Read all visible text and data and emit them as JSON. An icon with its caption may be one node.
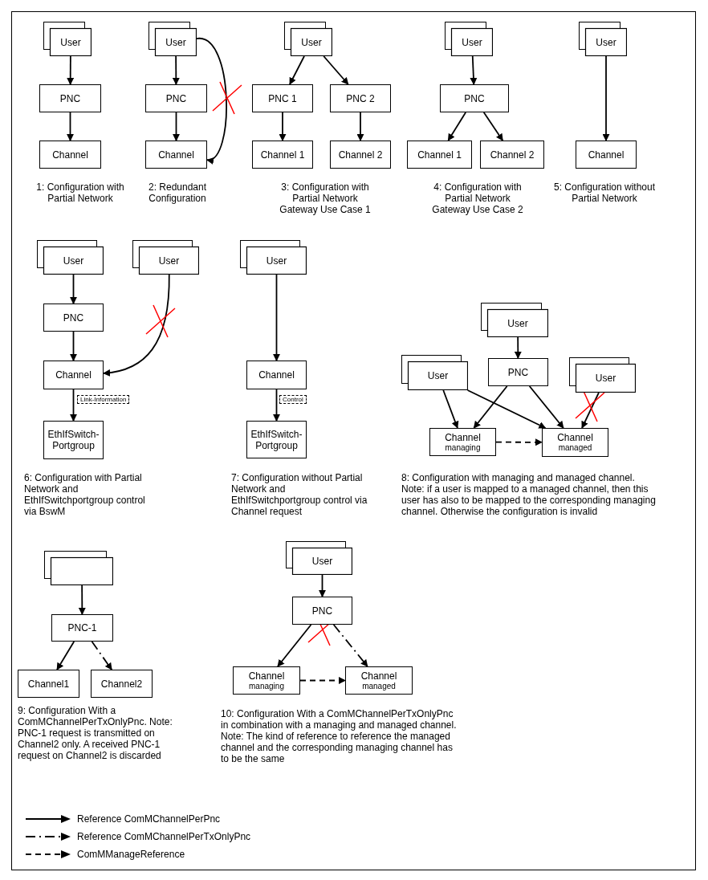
{
  "diagram": {
    "nodes": [
      {
        "text": [
          "User"
        ]
      },
      {
        "text": [
          "PNC"
        ]
      },
      {
        "text": [
          "Channel"
        ]
      },
      {
        "text": [
          "User"
        ]
      },
      {
        "text": [
          "PNC"
        ]
      },
      {
        "text": [
          "Channel"
        ]
      },
      {
        "text": [
          "User"
        ]
      },
      {
        "text": [
          "PNC 1"
        ]
      },
      {
        "text": [
          "PNC 2"
        ]
      },
      {
        "text": [
          "Channel 1"
        ]
      },
      {
        "text": [
          "Channel 2"
        ]
      },
      {
        "text": [
          "User"
        ]
      },
      {
        "text": [
          "PNC"
        ]
      },
      {
        "text": [
          "Channel 1"
        ]
      },
      {
        "text": [
          "Channel 2"
        ]
      },
      {
        "text": [
          "User"
        ]
      },
      {
        "text": [
          "Channel"
        ]
      },
      {
        "text": [
          "User"
        ]
      },
      {
        "text": [
          "User"
        ]
      },
      {
        "text": [
          "PNC"
        ]
      },
      {
        "text": [
          "Channel"
        ]
      },
      {
        "text": [
          "EthIfSwitch- Portgroup"
        ]
      },
      {
        "text": [
          "User"
        ]
      },
      {
        "text": [
          "Channel"
        ]
      },
      {
        "text": [
          "EthIfSwitch- Portgroup"
        ]
      },
      {
        "text": [
          "User"
        ]
      },
      {
        "text": [
          "User"
        ]
      },
      {
        "text": [
          "PNC"
        ]
      },
      {
        "text": [
          "User"
        ]
      },
      {
        "text": [
          "Channel",
          "managing"
        ]
      },
      {
        "text": [
          "Channel",
          "managed"
        ]
      },
      {
        "text": [],
        "shape": "box"
      },
      {
        "text": [
          "PNC-1"
        ]
      },
      {
        "text": [
          "Channel1"
        ]
      },
      {
        "text": [
          "Channel2"
        ]
      },
      {
        "text": [
          "User"
        ]
      },
      {
        "text": [
          "PNC"
        ]
      },
      {
        "text": [
          "Channel",
          "managing"
        ]
      },
      {
        "text": [
          "Channel",
          "managed"
        ]
      }
    ],
    "edges": [
      {
        "from": 0,
        "to": 1,
        "arrow": "to"
      },
      {
        "from": 1,
        "to": 2,
        "arrow": "to"
      },
      {
        "from": 3,
        "to": 4,
        "arrow": "to"
      },
      {
        "from": 4,
        "to": 5,
        "arrow": "to"
      },
      {
        "from": 3,
        "to": 5,
        "arrow": "to"
      },
      {
        "from": 6,
        "to": 7,
        "arrow": "to"
      },
      {
        "from": 6,
        "to": 8,
        "arrow": "to"
      },
      {
        "from": 7,
        "to": 9,
        "arrow": "to"
      },
      {
        "from": 8,
        "to": 10,
        "arrow": "to"
      },
      {
        "from": 11,
        "to": 12,
        "arrow": "to"
      },
      {
        "from": 12,
        "to": 13,
        "arrow": "to"
      },
      {
        "from": 12,
        "to": 14,
        "arrow": "to"
      },
      {
        "from": 15,
        "to": 16,
        "arrow": "to"
      },
      {
        "from": 17,
        "to": 19,
        "arrow": "to"
      },
      {
        "from": 19,
        "to": 20,
        "arrow": "to"
      },
      {
        "from": 18,
        "to": 20,
        "arrow": "to"
      },
      {
        "from": 20,
        "to": 21,
        "label": "Link-Information",
        "arrow": "to"
      },
      {
        "from": 22,
        "to": 23,
        "arrow": "to"
      },
      {
        "from": 23,
        "to": 24,
        "label": "Control",
        "arrow": "to"
      },
      {
        "from": 25,
        "to": 27,
        "arrow": "to"
      },
      {
        "from": 26,
        "to": 29,
        "arrow": "to"
      },
      {
        "from": 26,
        "to": 30,
        "arrow": "to"
      },
      {
        "from": 27,
        "to": 29,
        "arrow": "to"
      },
      {
        "from": 27,
        "to": 30,
        "arrow": "to"
      },
      {
        "from": 28,
        "to": 30,
        "arrow": "to"
      },
      {
        "from": 29,
        "to": 30,
        "arrow": "to",
        "style": "dashed"
      },
      {
        "from": 31,
        "to": 32,
        "arrow": "to"
      },
      {
        "from": 32,
        "to": 33,
        "arrow": "to"
      },
      {
        "from": 32,
        "to": 34,
        "arrow": "to",
        "style": "dashed"
      },
      {
        "from": 35,
        "to": 36,
        "arrow": "to"
      },
      {
        "from": 36,
        "to": 37,
        "arrow": "to"
      },
      {
        "from": 36,
        "to": 38,
        "arrow": "to",
        "style": "dashed"
      },
      {
        "from": 37,
        "to": 38,
        "arrow": "to",
        "style": "dashed"
      }
    ],
    "labels": [
      "1: Configuration with Partial Network",
      "2: Redundant Configuration",
      "3: Configuration with Partial Network Gateway Use Case 1",
      "4: Configuration with Partial Network Gateway Use Case 2",
      "5: Configuration without Partial Network",
      "6: Configuration with Partial Network and EthIfSwitchportgroup control via BswM",
      "7: Configuration without Partial Network and EthIfSwitchportgroup control via Channel request",
      "8: Configuration with managing and managed channel. Note: if a user is mapped to a managed channel, then this user has also to be mapped to the corresponding managing channel. Otherwise the configuration is invalid",
      "9: Configuration With a ComMChannelPerTxOnlyPnc. Note: PNC-1 request is transmitted on Channel2 only. A received PNC-1 request on Channel2 is discarded",
      "10: Configuration With a ComMChannelPerTxOnlyPnc in combination with a managing and managed channel. Note: The kind of reference to reference the managed channel and the corresponding managing channel has to be the same"
    ],
    "legend": [
      {
        "text": "Reference ComMChannelPerPnc"
      },
      {
        "text": "Reference ComMChannelPerTxOnlyPnc"
      },
      {
        "text": "ComMManageReference"
      }
    ]
  }
}
